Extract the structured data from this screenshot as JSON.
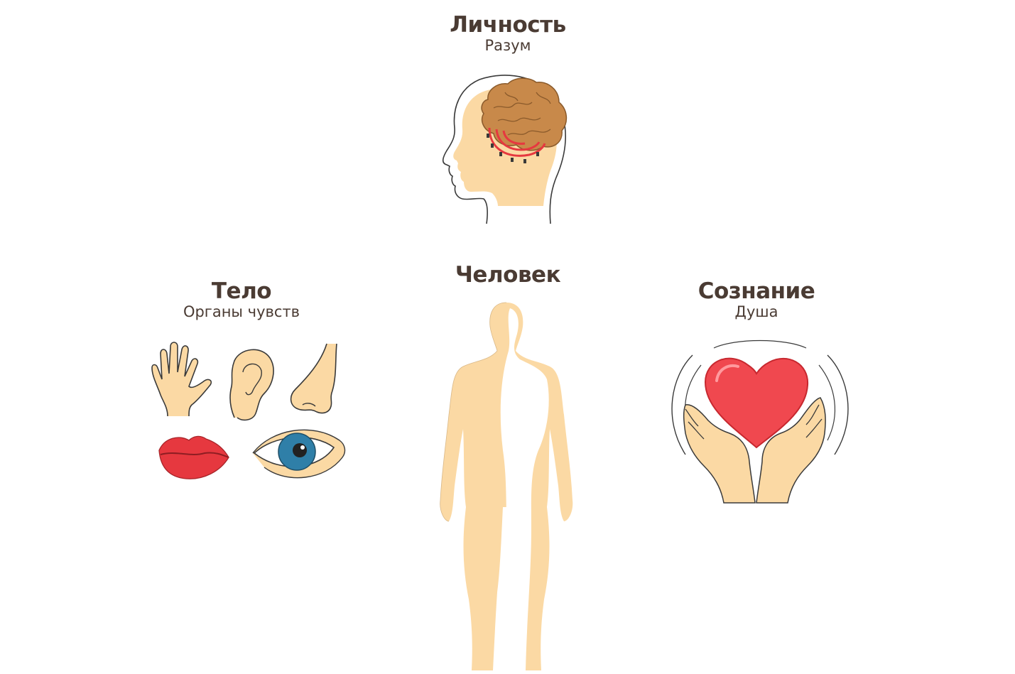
{
  "colors": {
    "text": "#4a3b33",
    "skin": "#fbd9a4",
    "outline": "#3a3a3a",
    "brain": "#c8894a",
    "brain_dark": "#8a5a2b",
    "red": "#e6383f",
    "heart": "#f0484f",
    "iris": "#2f7fa8"
  },
  "personality": {
    "title": "Личность",
    "subtitle": "Разум",
    "icon": "head-brain-icon"
  },
  "body": {
    "title": "Тело",
    "subtitle": "Органы чувств",
    "icons": [
      "hand-icon",
      "ear-icon",
      "nose-icon",
      "lips-icon",
      "eye-icon"
    ]
  },
  "human": {
    "title": "Человек",
    "icon": "human-figure-icon"
  },
  "consciousness": {
    "title": "Сознание",
    "subtitle": "Душа",
    "icon": "heart-hands-icon"
  }
}
